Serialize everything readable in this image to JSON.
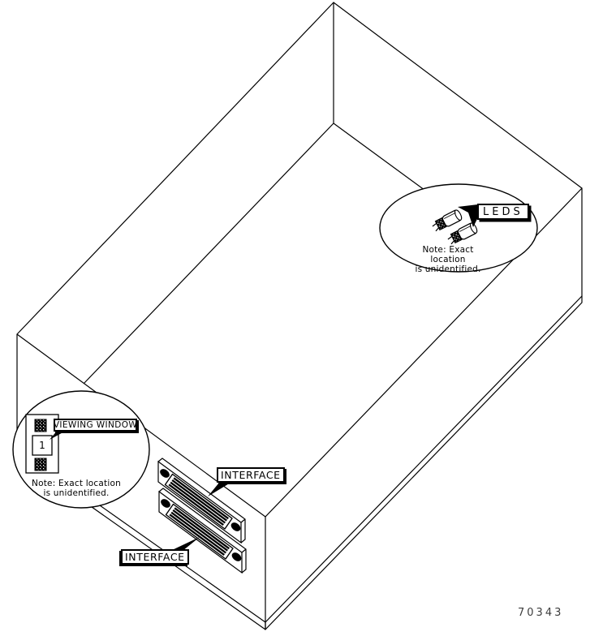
{
  "figure": {
    "number": "70343"
  },
  "colors": {
    "line": "#000000",
    "background": "#ffffff",
    "label_fill": "#ffffff"
  },
  "callouts": {
    "leds": {
      "label": "LEDS",
      "note_line1": "Note: Exact location",
      "note_line2": "is unidentified."
    },
    "viewing_window": {
      "label": "VIEWING WINDOW",
      "display_value": "1",
      "note_line1": "Note: Exact location",
      "note_line2": "is unidentified."
    },
    "interface_top": {
      "label": "INTERFACE"
    },
    "interface_bottom": {
      "label": "INTERFACE"
    }
  }
}
